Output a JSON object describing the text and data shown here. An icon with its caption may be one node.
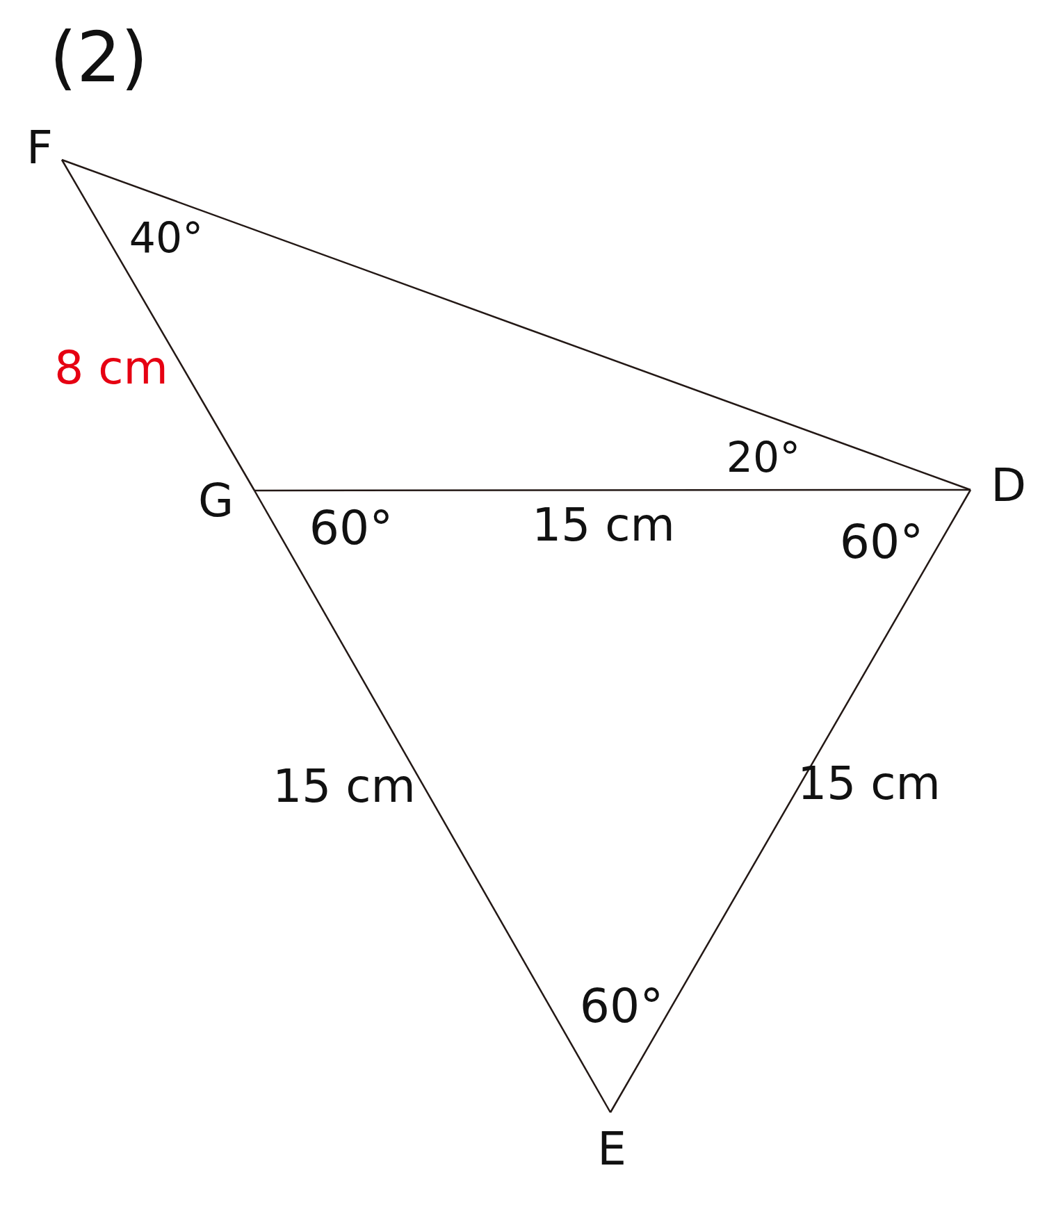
{
  "diagram": {
    "title": "(2)",
    "nodes": [
      {
        "text": [
          "F"
        ]
      },
      {
        "text": [
          "G"
        ]
      },
      {
        "text": [
          "D"
        ]
      },
      {
        "text": [
          "E"
        ]
      }
    ],
    "edges": [
      {
        "from": 0,
        "to": 2,
        "arrow": "none"
      },
      {
        "from": 0,
        "to": 1,
        "arrow": "none",
        "label": "8 cm"
      },
      {
        "from": 1,
        "to": 2,
        "arrow": "none",
        "label": "15 cm"
      },
      {
        "from": 1,
        "to": 3,
        "arrow": "none",
        "label": "15 cm"
      },
      {
        "from": 2,
        "to": 3,
        "arrow": "none",
        "label": "15 cm"
      }
    ],
    "labels": [
      "40°",
      "20°",
      "60°",
      "60°",
      "60°"
    ]
  }
}
